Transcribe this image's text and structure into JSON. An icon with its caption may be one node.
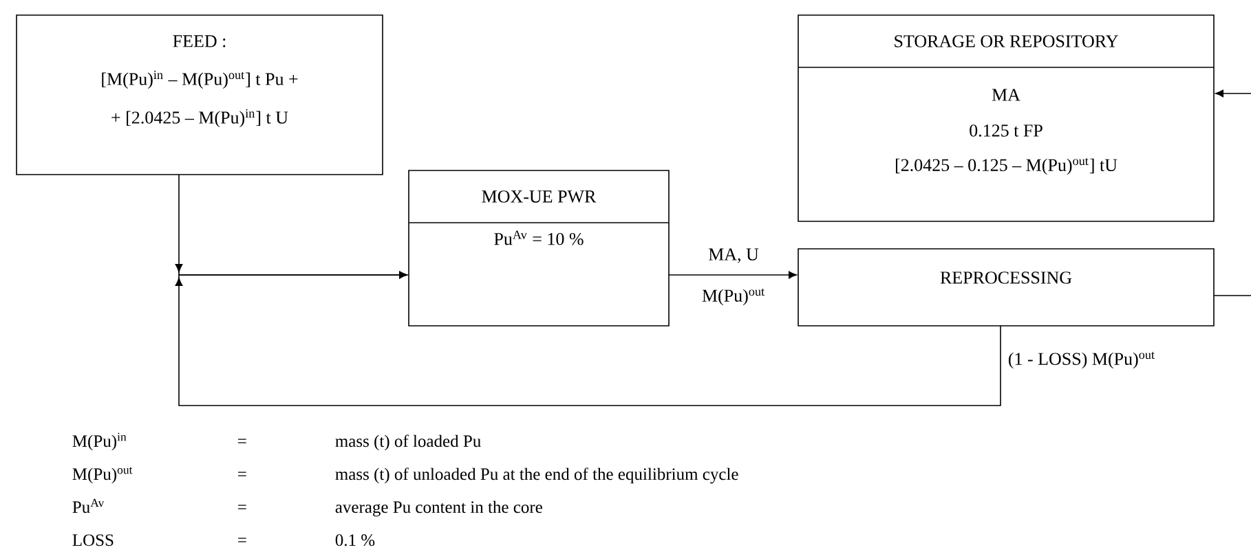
{
  "diagram": {
    "nodes": [
      {
        "text": [
          "FEED :",
          "[M(Pu)$^{in}$ – M(Pu)$^{out}$] t Pu +",
          "+ [2.0425 – M(Pu)$^{in}$] t U"
        ]
      },
      {
        "text": [
          "MOX-UE PWR",
          "Pu$^{Av}$ = 10 %"
        ]
      },
      {
        "text": [
          "STORAGE OR REPOSITORY",
          "MA",
          "0.125 t FP",
          "[2.0425 – 0.125 – M(Pu)$^{out}$] tU"
        ]
      },
      {
        "text": [
          "REPROCESSING"
        ]
      }
    ],
    "edges": [
      {
        "from": 0,
        "to": 1,
        "arrow": "to"
      },
      {
        "from": 3,
        "to": 1,
        "arrow": "to",
        "label": "(1 - LOSS) M(Pu)$^{out}$"
      },
      {
        "from": 1,
        "to": 3,
        "arrow": "to",
        "label": "MA, U"
      },
      {
        "from": null,
        "to": 2,
        "arrow": "to"
      },
      {
        "from": 3,
        "to": null,
        "arrow": "none"
      }
    ],
    "labels": [
      "M(Pu)$^{out}$",
      "M(Pu)$^{in}$",
      "=",
      "mass (t) of loaded Pu",
      "M(Pu)$^{out}$",
      "=",
      "mass (t) of unloaded Pu at the end of the equilibrium cycle",
      "Pu$^{Av}$",
      "=",
      "average Pu content in the core",
      "LOSS",
      "=",
      "0.1 %"
    ]
  }
}
